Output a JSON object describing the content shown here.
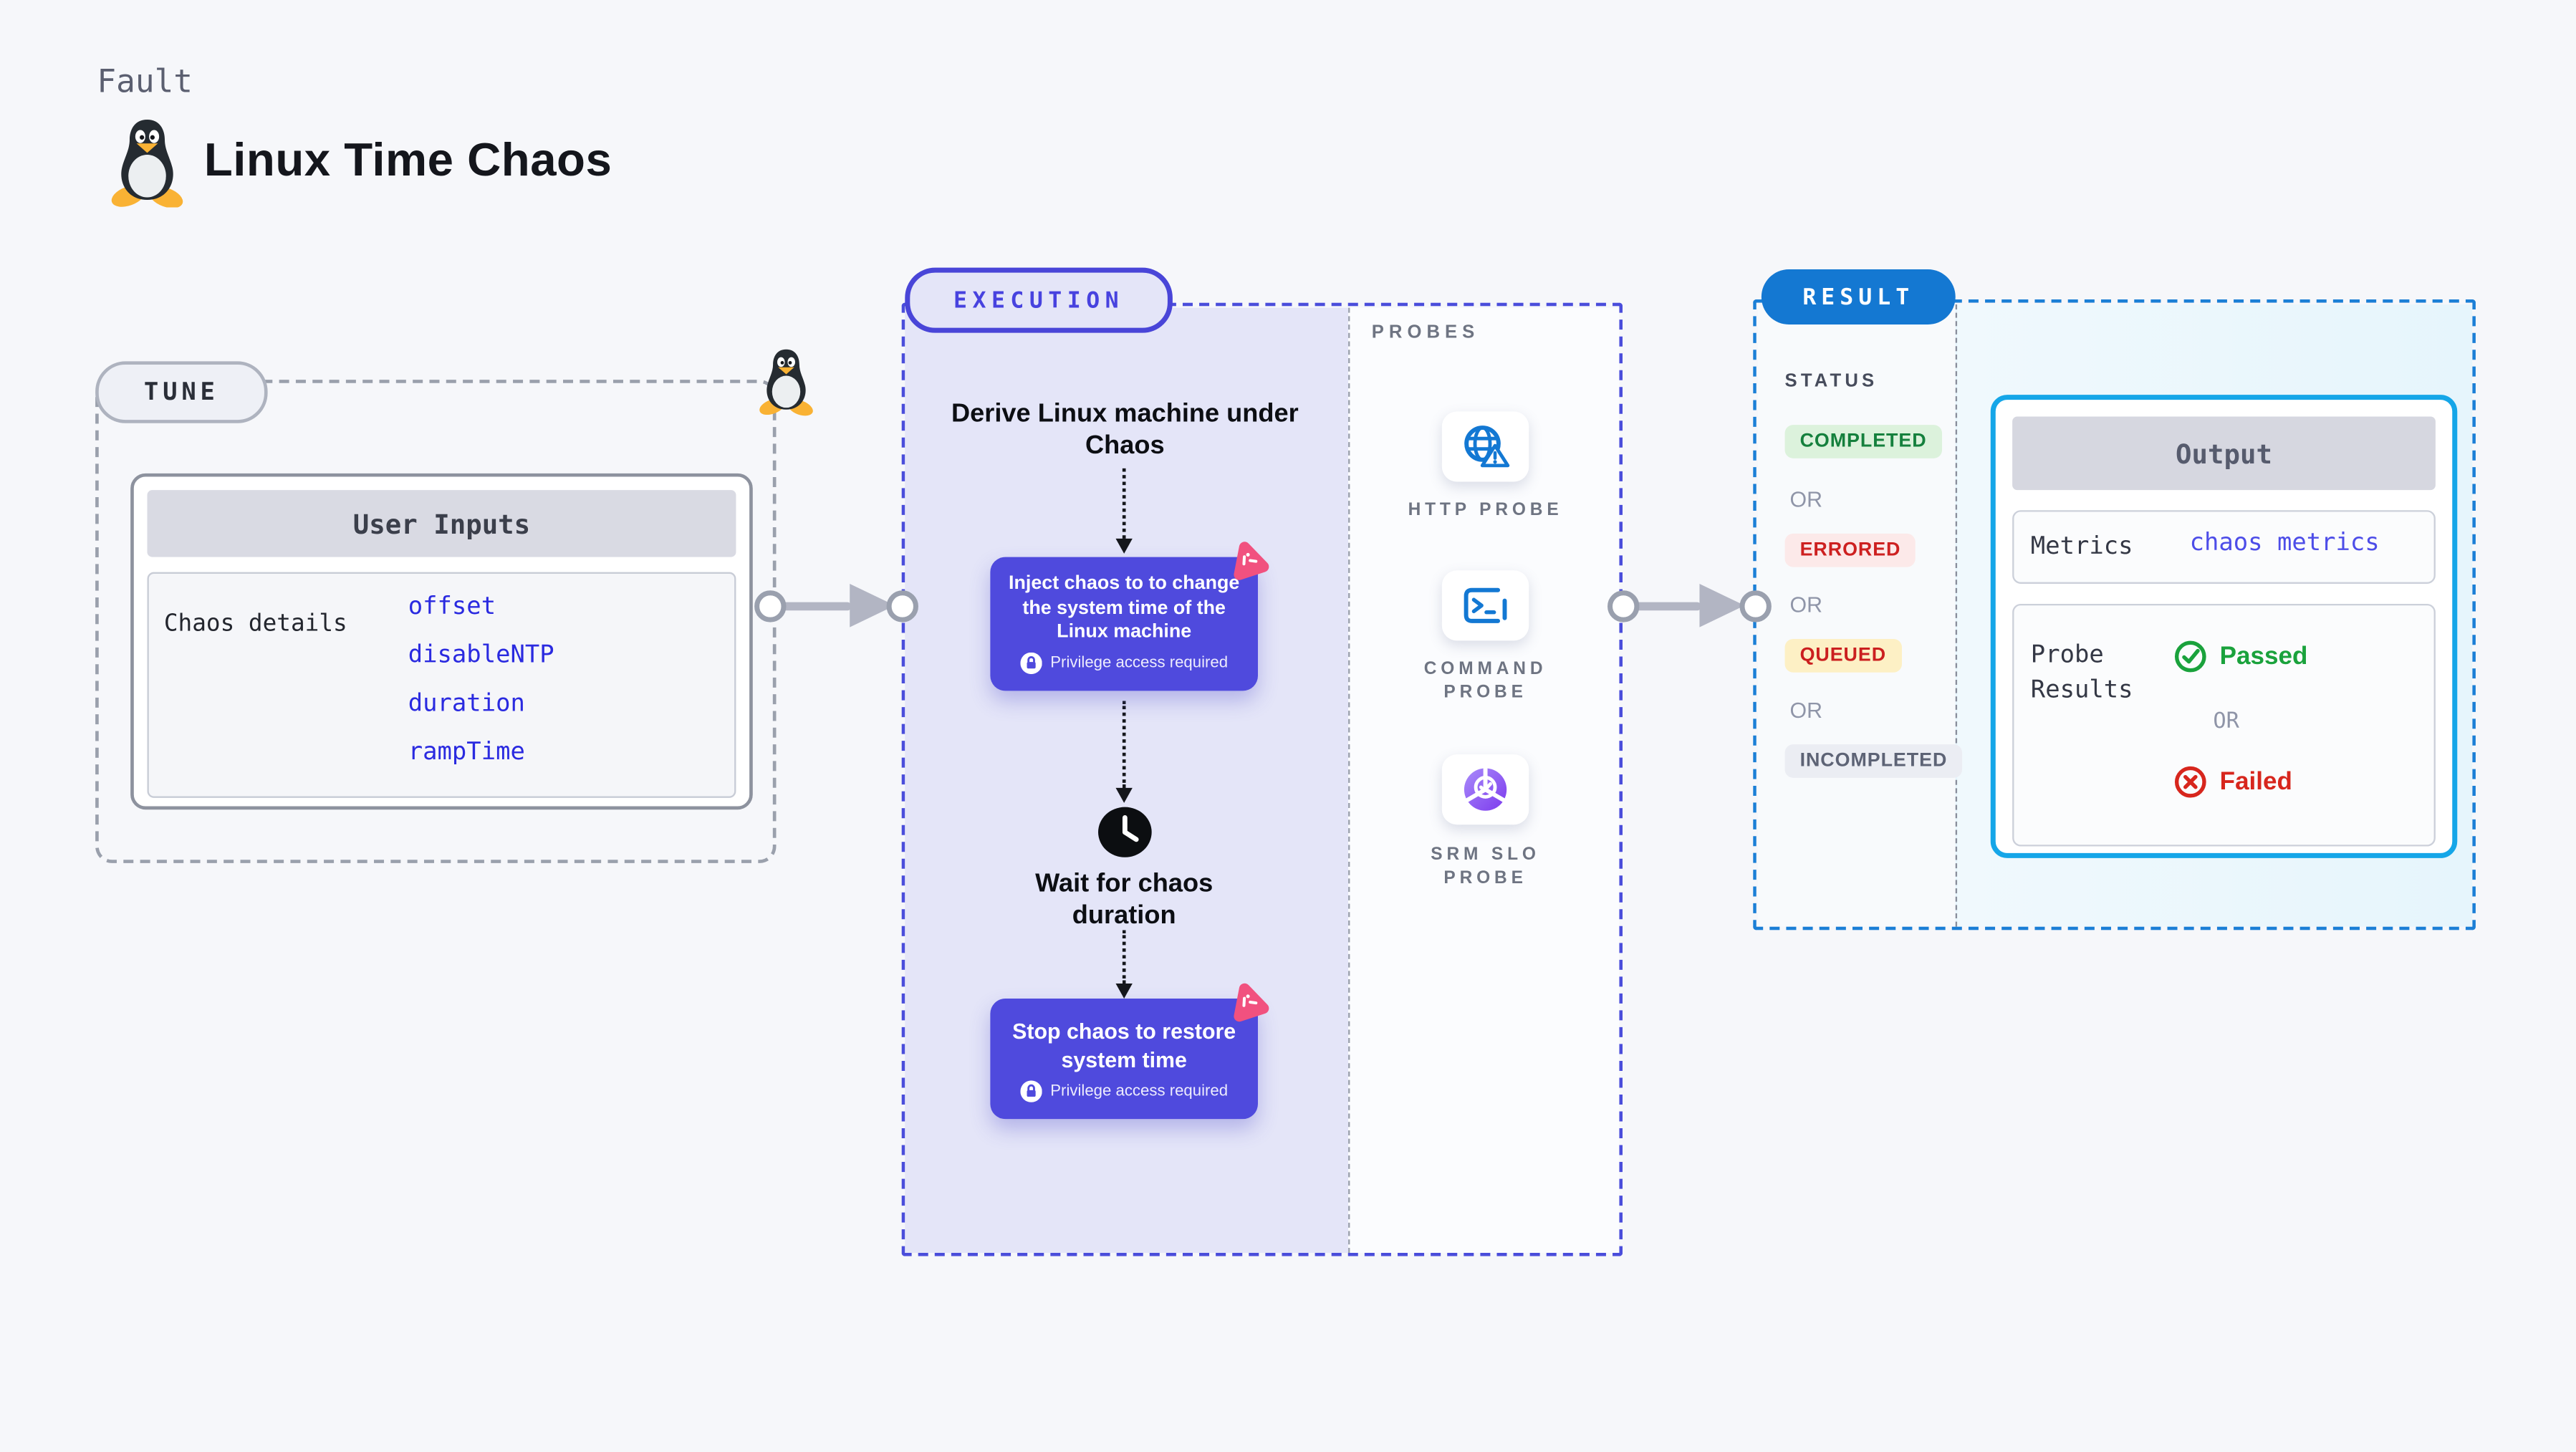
{
  "header": {
    "kind_label": "Fault",
    "title": "Linux Time Chaos"
  },
  "tune": {
    "pill_label": "TUNE",
    "card_header": "User Inputs",
    "row_label": "Chaos details",
    "values": [
      "offset",
      "disableNTP",
      "duration",
      "rampTime"
    ]
  },
  "execution": {
    "pill_label": "EXECUTION",
    "derive_label": "Derive Linux machine under Chaos",
    "inject_card": {
      "text": "Inject chaos to to change the system time of the Linux machine",
      "privilege_label": "Privilege access required"
    },
    "wait_label": "Wait for chaos duration",
    "stop_card": {
      "text": "Stop chaos to restore system time",
      "privilege_label": "Privilege access required"
    }
  },
  "probes": {
    "section_label": "PROBES",
    "items": [
      {
        "label": "HTTP PROBE",
        "icon": "globe-alert-icon"
      },
      {
        "label": "COMMAND PROBE",
        "icon": "terminal-icon"
      },
      {
        "label": "SRM SLO PROBE",
        "icon": "slo-donut-check-icon"
      }
    ]
  },
  "result": {
    "pill_label": "RESULT",
    "status_label": "STATUS",
    "or_label": "OR",
    "statuses": [
      {
        "label": "COMPLETED",
        "fg": "#15803d",
        "bg": "#dcf2dc"
      },
      {
        "label": "ERRORED",
        "fg": "#cd2020",
        "bg": "#fce9e9"
      },
      {
        "label": "QUEUED",
        "fg": "#cb1f1f",
        "bg": "#fdf0c5"
      },
      {
        "label": "INCOMPLETED",
        "fg": "#5d6375",
        "bg": "#ebedf3"
      }
    ],
    "output": {
      "header": "Output",
      "metrics_label": "Metrics",
      "metrics_value": "chaos metrics",
      "probe_results_label": "Probe Results",
      "passed_label": "Passed",
      "or_label": "OR",
      "failed_label": "Failed"
    }
  },
  "colors": {
    "page_bg": "#f6f7fa",
    "tune_dash": "#9aa0ac",
    "execution_dash": "#4a4ddb",
    "execution_panel": "#e4e5f8",
    "chaos_card": "#4f4add",
    "chaos_logo_pink": "#f1517f",
    "probe_icon_blue": "#1378d3",
    "slo_purple": "#7c3aed",
    "result_blue": "#1478d2",
    "result_dash": "#1b7fd6",
    "output_border": "#15a6e8",
    "value_blue": "#2a2ae0",
    "passed_green": "#1aa23c",
    "failed_red": "#d7261d"
  }
}
